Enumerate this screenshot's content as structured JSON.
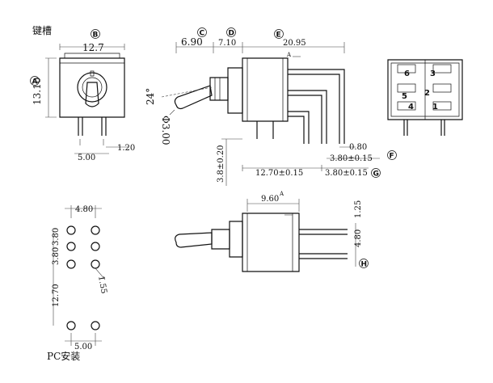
{
  "labels": {
    "title": "键槽",
    "pc_mount": "PC安装"
  },
  "circles": [
    "A",
    "B",
    "C",
    "D",
    "E",
    "F",
    "G",
    "H"
  ],
  "pins": [
    "6",
    "3",
    "5",
    "2",
    "4",
    "1"
  ],
  "section_marks": [
    "A",
    "A"
  ],
  "dims": {
    "width_12_7": "12.7",
    "height_13_10": "13.10",
    "pitch_5_00": "5.00",
    "pin_1_20": "1.20",
    "d_6_90": "6.90",
    "d_7_10": "7.10",
    "d_20_95": "20.95",
    "angle_24": "24°",
    "dia_3_00": "Φ3.00",
    "d_3_8": "3.8±0.20",
    "d_0_80": "0.80",
    "d_3_80_a": "3.80±0.15",
    "d_12_70": "12.70±0.15",
    "d_3_80_b": "3.80±0.15",
    "d_9_60": "9.60",
    "d_1_25": "1.25",
    "d_4_80_side": "4.80",
    "pcb_4_80": "4.80",
    "pcb_3_80_top": "3.80",
    "pcb_3_80_mid": "3.80",
    "pcb_12_70": "12.70",
    "pcb_1_55": "1.55",
    "pcb_5_00": "5.00"
  }
}
